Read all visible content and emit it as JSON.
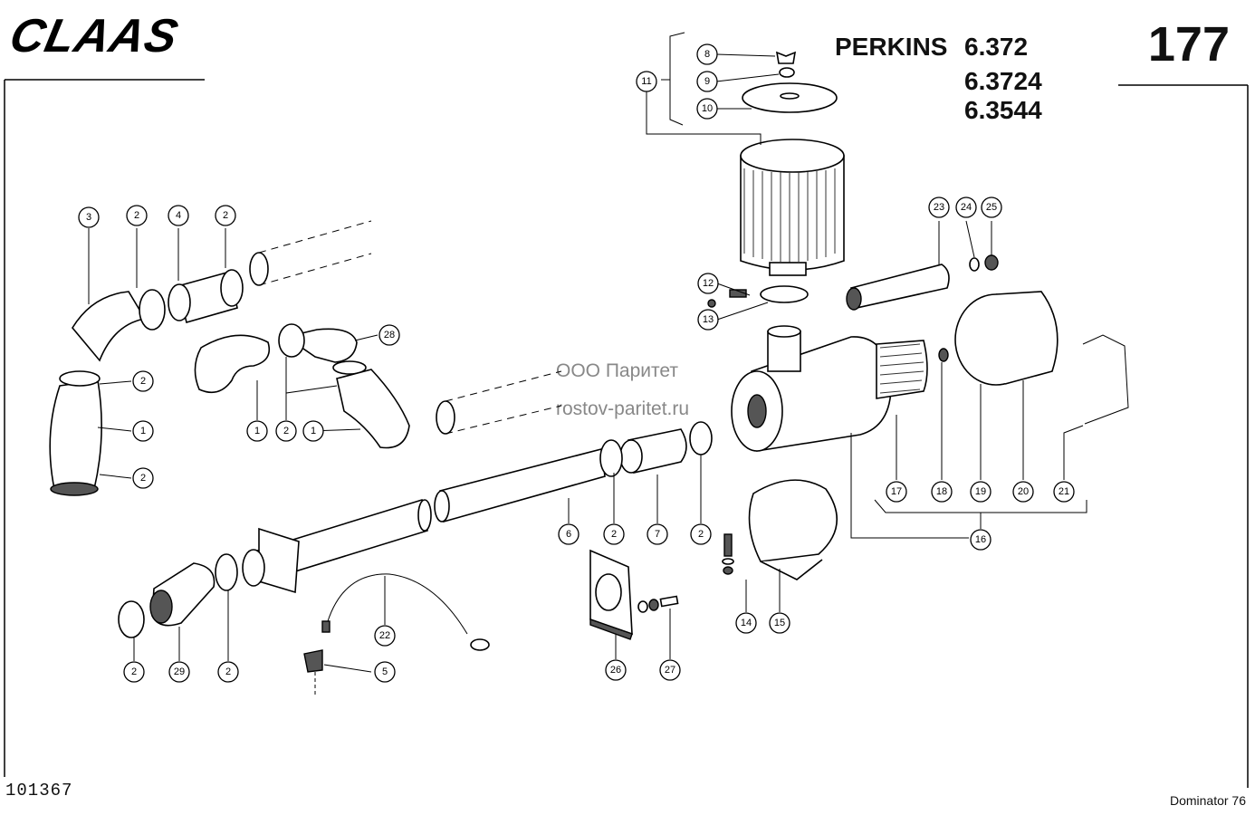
{
  "header": {
    "brand": "CLAAS",
    "page_number": "177",
    "engine": "PERKINS",
    "models": [
      "6.372",
      "6.3724",
      "6.3544"
    ]
  },
  "watermark": {
    "line1": "ООО Паритет",
    "line2": "rostov-paritet.ru"
  },
  "footer": {
    "drawing_number": "101367",
    "machine": "Dominator 76"
  },
  "callouts": [
    {
      "id": "c-8",
      "label": "8"
    },
    {
      "id": "c-9",
      "label": "9"
    },
    {
      "id": "c-10",
      "label": "10"
    },
    {
      "id": "c-11",
      "label": "11"
    },
    {
      "id": "c-3",
      "label": "3"
    },
    {
      "id": "c-2a",
      "label": "2"
    },
    {
      "id": "c-4",
      "label": "4"
    },
    {
      "id": "c-2b",
      "label": "2"
    },
    {
      "id": "c-2c",
      "label": "2"
    },
    {
      "id": "c-1a",
      "label": "1"
    },
    {
      "id": "c-2d",
      "label": "2"
    },
    {
      "id": "c-28",
      "label": "28"
    },
    {
      "id": "c-1b",
      "label": "1"
    },
    {
      "id": "c-2e",
      "label": "2"
    },
    {
      "id": "c-1c",
      "label": "1"
    },
    {
      "id": "c-12",
      "label": "12"
    },
    {
      "id": "c-13",
      "label": "13"
    },
    {
      "id": "c-23",
      "label": "23"
    },
    {
      "id": "c-24",
      "label": "24"
    },
    {
      "id": "c-25",
      "label": "25"
    },
    {
      "id": "c-6",
      "label": "6"
    },
    {
      "id": "c-2f",
      "label": "2"
    },
    {
      "id": "c-7",
      "label": "7"
    },
    {
      "id": "c-2g",
      "label": "2"
    },
    {
      "id": "c-17",
      "label": "17"
    },
    {
      "id": "c-18",
      "label": "18"
    },
    {
      "id": "c-19",
      "label": "19"
    },
    {
      "id": "c-20",
      "label": "20"
    },
    {
      "id": "c-21",
      "label": "21"
    },
    {
      "id": "c-16",
      "label": "16"
    },
    {
      "id": "c-14",
      "label": "14"
    },
    {
      "id": "c-15",
      "label": "15"
    },
    {
      "id": "c-22",
      "label": "22"
    },
    {
      "id": "c-5",
      "label": "5"
    },
    {
      "id": "c-26",
      "label": "26"
    },
    {
      "id": "c-27",
      "label": "27"
    },
    {
      "id": "c-2h",
      "label": "2"
    },
    {
      "id": "c-29",
      "label": "29"
    },
    {
      "id": "c-2i",
      "label": "2"
    }
  ]
}
